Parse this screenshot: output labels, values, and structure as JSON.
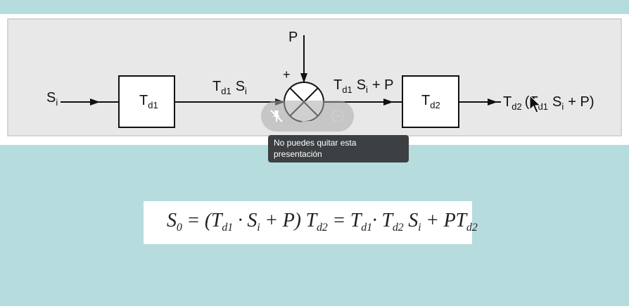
{
  "diagram": {
    "input_label": "S",
    "input_sub": "i",
    "block1": {
      "main": "T",
      "sub": "d1"
    },
    "mid_label": {
      "main": "T",
      "sub": "d1",
      "rest": "S",
      "rest_sub": "i"
    },
    "summing_plus": "+",
    "disturbance": "P",
    "sum_out": {
      "main": "T",
      "sub": "d1",
      "s": "S",
      "s_sub": "i",
      "tail": "+ P"
    },
    "block2": {
      "main": "T",
      "sub": "d2"
    },
    "output": {
      "t": "T",
      "t_sub": "d2",
      "open": "(T",
      "inner_sub": "d1",
      "s": "S",
      "s_sub": "i",
      "tail": "+ P)"
    }
  },
  "toolbar": {
    "icons": [
      "unpin-icon",
      "edit-icon",
      "remove-icon"
    ]
  },
  "tooltip": {
    "text": "No puedes quitar esta presentación"
  },
  "formula": {
    "s0": "S",
    "s0_sub": "0",
    "eq1": " = (T",
    "td1a": "d1",
    "dot": " · S",
    "si": "i",
    "plus_p": " + P) T",
    "td2a": "d2",
    "eq2": " = T",
    "td1b": "d1",
    "dot2": "· T",
    "td2b": "d2",
    "s2": " S",
    "si2": "i",
    "plus_pt": " + PT",
    "td2c": "d2"
  }
}
